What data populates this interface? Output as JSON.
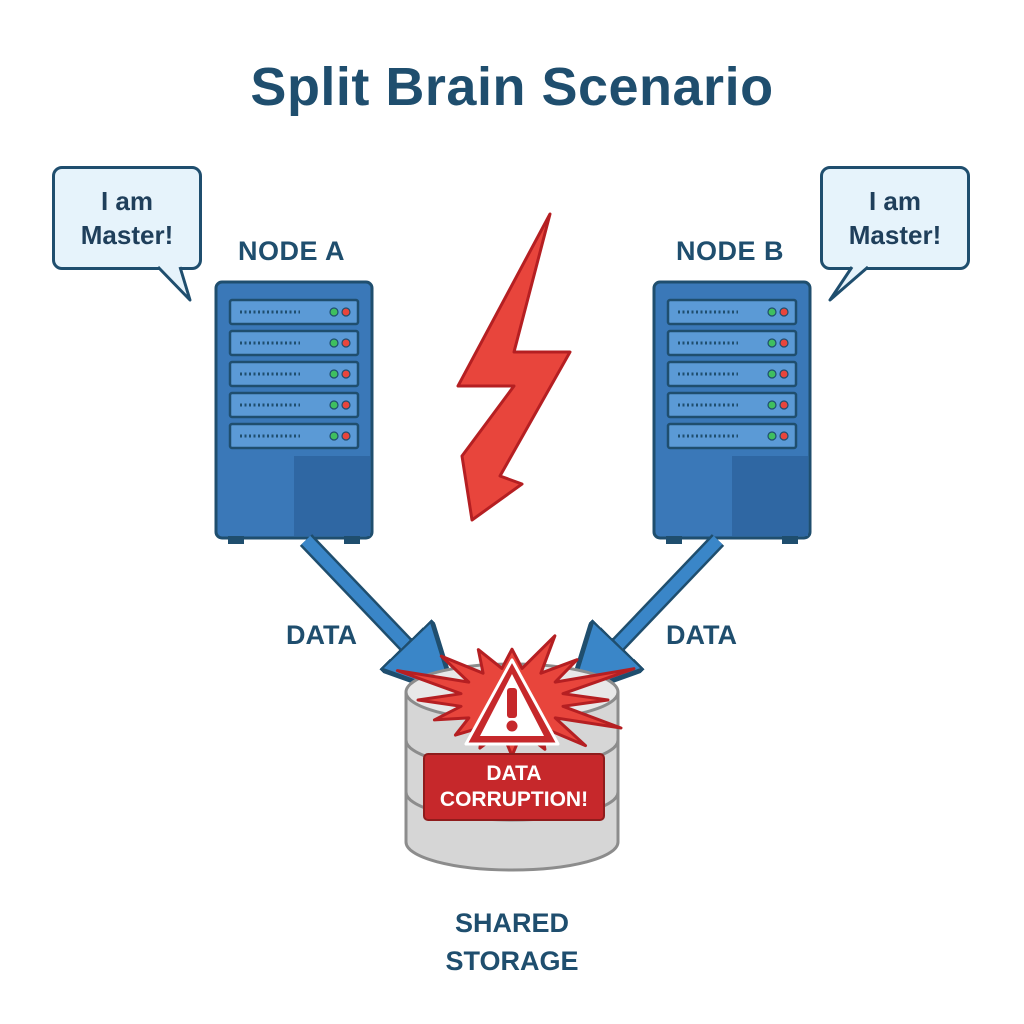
{
  "title": "Split Brain Scenario",
  "node_a": {
    "label": "NODE A",
    "bubble_line1": "I am",
    "bubble_line2": "Master!"
  },
  "node_b": {
    "label": "NODE B",
    "bubble_line1": "I am",
    "bubble_line2": "Master!"
  },
  "left_arrow_label": "DATA",
  "right_arrow_label": "DATA",
  "warning": {
    "line1": "DATA",
    "line2": "CORRUPTION!"
  },
  "storage": {
    "line1": "SHARED",
    "line2": "STORAGE"
  },
  "colors": {
    "title": "#1f4e6e",
    "server_blue": "#3a78b8",
    "server_outline": "#1f4e6e",
    "lightning_red": "#e8453c",
    "warning_red": "#c6282b",
    "bubble_fill": "#e6f3fb",
    "storage_gray": "#d6d6d6"
  },
  "icons": [
    "server-icon",
    "lightning-icon",
    "warning-icon",
    "database-icon",
    "arrow-icon"
  ]
}
